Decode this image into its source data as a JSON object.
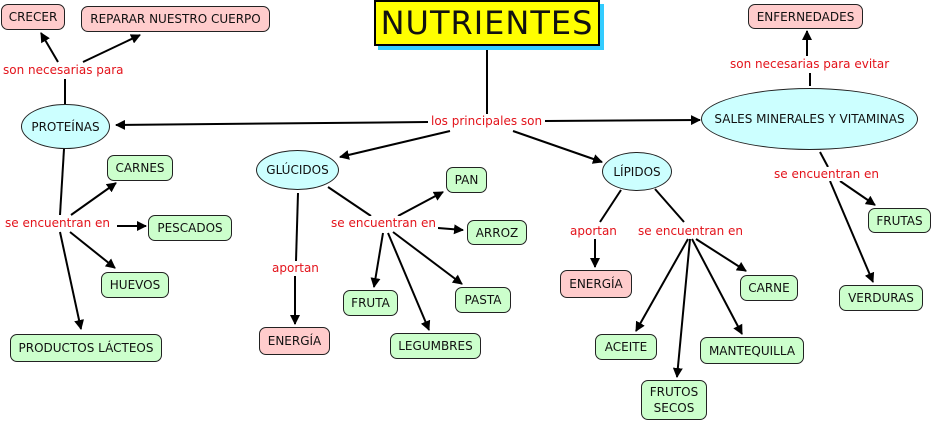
{
  "title": "NUTRIENTES",
  "colors": {
    "title_bg": "#ffff00",
    "title_shadow": "#33ccff",
    "category_bg": "#ccffcc",
    "effect_bg": "#ffcccc",
    "concept_bg": "#ccffff",
    "link_text": "#e3131b"
  },
  "concepts": {
    "proteinas": "PROTEÍNAS",
    "glucidos": "GLÚCIDOS",
    "lipidos": "LÍPIDOS",
    "sales": "SALES MINERALES Y VITAMINAS"
  },
  "nodes": {
    "crecer": "CRECER",
    "reparar": "REPARAR NUESTRO CUERPO",
    "enfermedades": "ENFERNEDADES",
    "carnes": "CARNES",
    "pescados": "PESCADOS",
    "huevos": "HUEVOS",
    "lacteos": "PRODUCTOS LÁCTEOS",
    "energia_glucidos": "ENERGÍA",
    "pan": "PAN",
    "arroz": "ARROZ",
    "fruta": "FRUTA",
    "pasta": "PASTA",
    "legumbres": "LEGUMBRES",
    "energia_lipidos": "ENERGÍA",
    "carne": "CARNE",
    "aceite": "ACEITE",
    "mantequilla": "MANTEQUILLA",
    "frutos_secos": "FRUTOS SECOS",
    "frutas": "FRUTAS",
    "verduras": "VERDURAS"
  },
  "links": {
    "principales": "los principales son",
    "necesarias_para": "son necesarias para",
    "necesarias_evitar": "son necesarias para evitar",
    "encuentran_proteinas": "se encuentran en",
    "encuentran_glucidos": "se encuentran en",
    "aportan_glucidos": "aportan",
    "aportan_lipidos": "aportan",
    "encuentran_lipidos": "se encuentran en",
    "encuentran_sales": "se encuentran en"
  }
}
